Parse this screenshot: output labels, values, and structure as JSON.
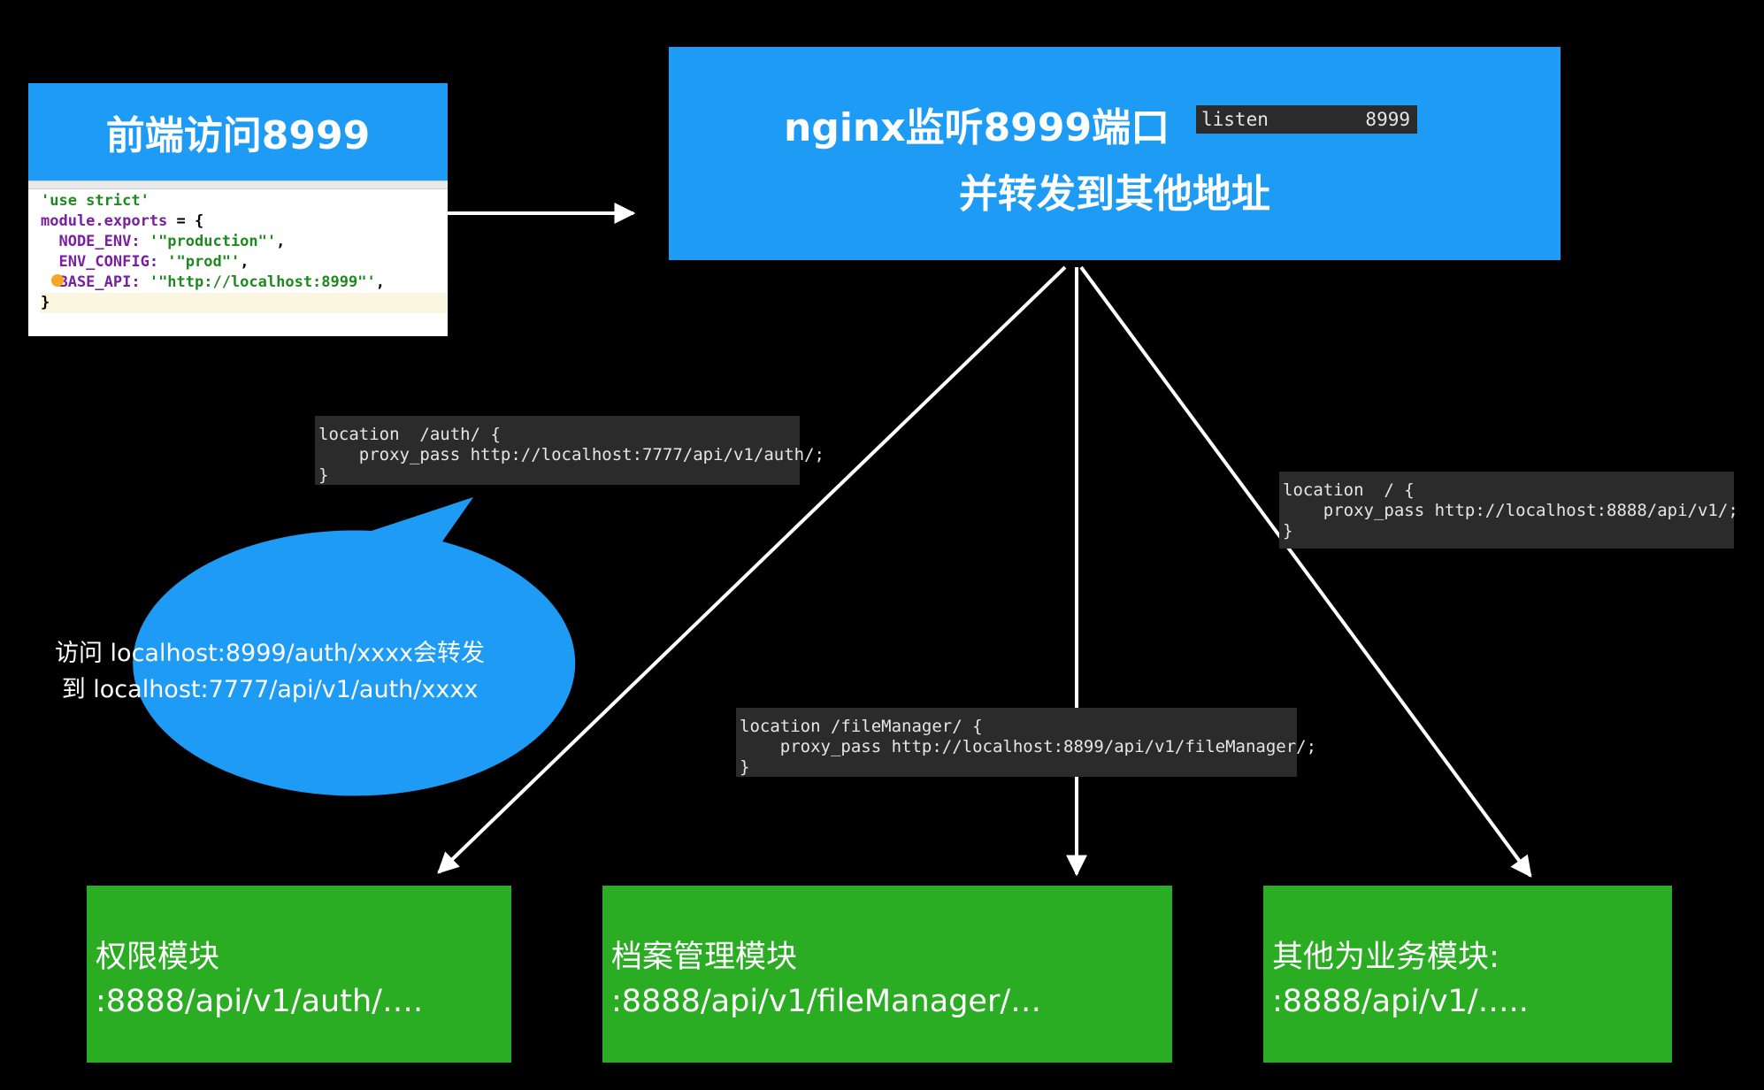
{
  "frontend": {
    "title": "前端访问8999",
    "code_lines": [
      [
        {
          "t": "'use strict'",
          "c": "k-str"
        }
      ],
      [
        {
          "t": "module.exports",
          "c": "k-key"
        },
        {
          "t": " = {",
          "c": "k-plain"
        }
      ],
      [
        {
          "t": "  NODE_ENV: ",
          "c": "k-key"
        },
        {
          "t": "'\"production\"'",
          "c": "k-str"
        },
        {
          "t": ",",
          "c": "k-plain"
        }
      ],
      [
        {
          "t": "  ENV_CONFIG: ",
          "c": "k-key"
        },
        {
          "t": "'\"prod\"'",
          "c": "k-str"
        },
        {
          "t": ",",
          "c": "k-plain"
        }
      ],
      [
        {
          "t": "  BASE_API: ",
          "c": "k-key"
        },
        {
          "t": "'\"http://localhost:8999\"'",
          "c": "k-str"
        },
        {
          "t": ",",
          "c": "k-plain"
        }
      ],
      [
        {
          "t": "}",
          "c": "k-plain"
        }
      ]
    ]
  },
  "nginx": {
    "line1": "nginx监听8999端口",
    "line2": "并转发到其他地址",
    "listen_keyword": "listen",
    "listen_port": "8999"
  },
  "snippets": {
    "auth": "location  /auth/ {\n    proxy_pass http://localhost:7777/api/v1/auth/;\n}",
    "filemanager": "location /fileManager/ {\n    proxy_pass http://localhost:8899/api/v1/fileManager/;\n}",
    "default": "location  / {\n    proxy_pass http://localhost:8888/api/v1/;\n}"
  },
  "bubble": {
    "line1": "访问 localhost:8999/auth/xxxx会转发",
    "line2": "到 localhost:7777/api/v1/auth/xxxx"
  },
  "modules": {
    "auth": {
      "line1": "权限模块",
      "line2": ":8888/api/v1/auth/…."
    },
    "filemanager": {
      "line1": "档案管理模块",
      "line2": ":8888/api/v1/fileManager/…"
    },
    "other": {
      "line1": "其他为业务模块:",
      "line2": ":8888/api/v1/….."
    }
  },
  "colors": {
    "blue": "#1e9bf5",
    "green": "#2aad23",
    "background": "#000000",
    "arrow": "#ffffff"
  }
}
